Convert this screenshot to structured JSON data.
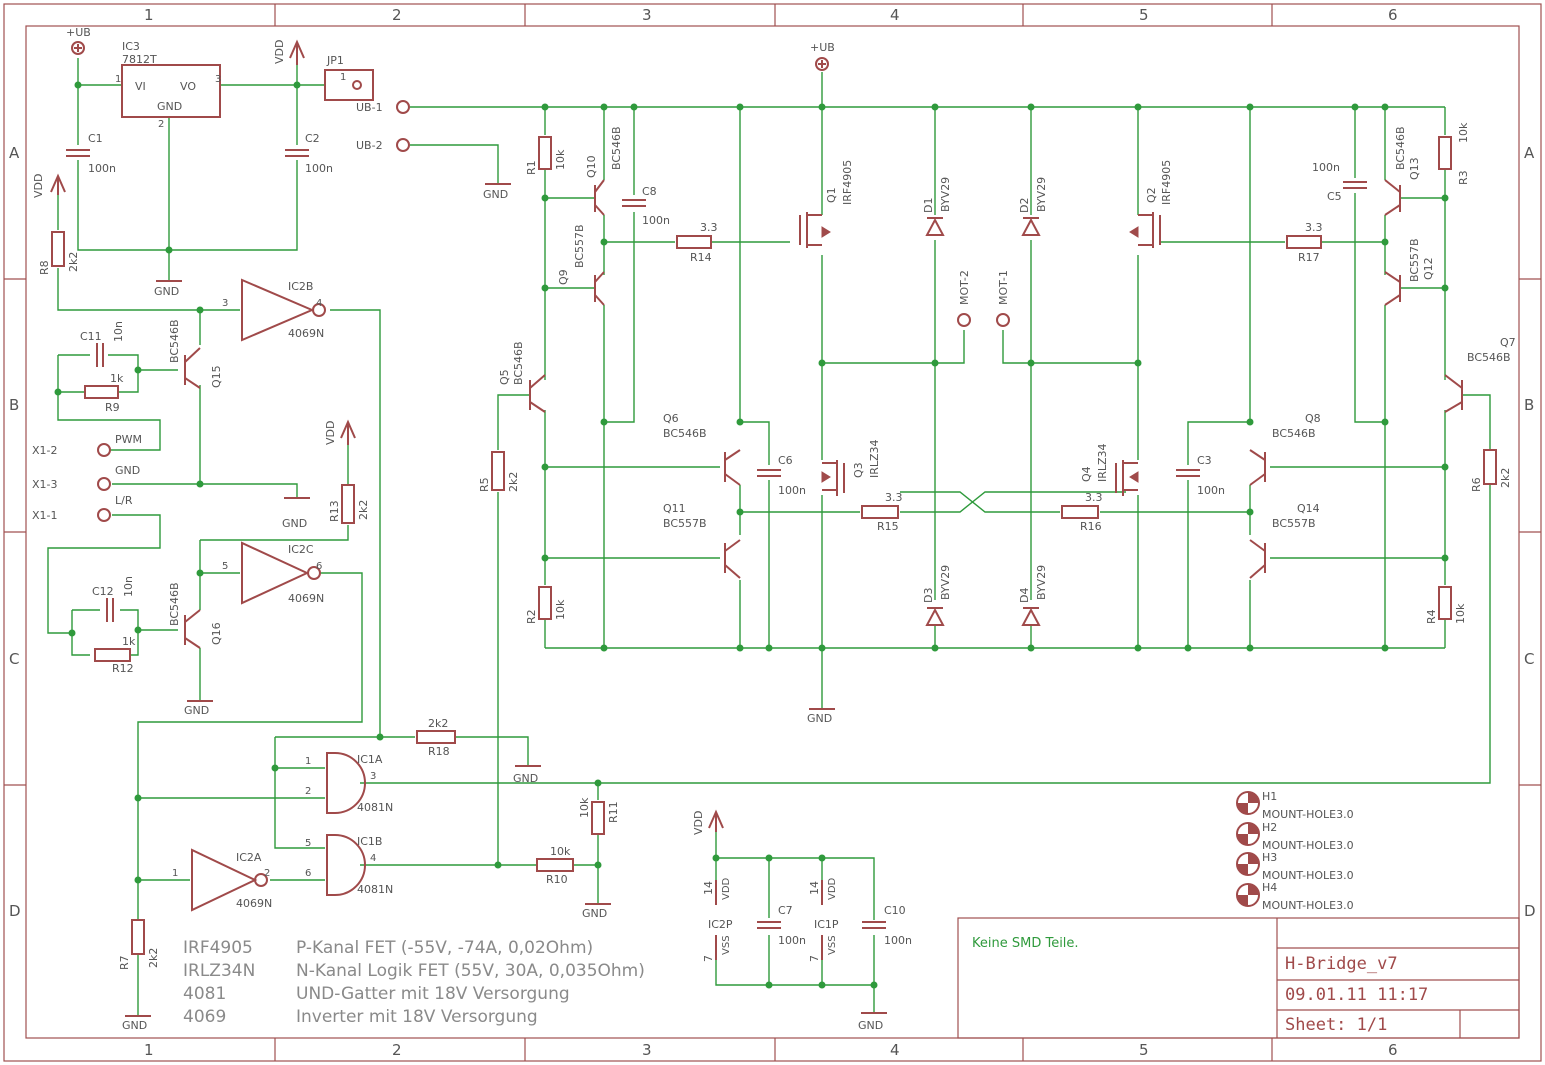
{
  "grid": {
    "columns": [
      "1",
      "2",
      "3",
      "4",
      "5",
      "6"
    ],
    "rows": [
      "A",
      "B",
      "C",
      "D"
    ]
  },
  "title_block": {
    "note": "Keine SMD Teile.",
    "project": "H-Bridge_v7",
    "datetime": "09.01.11 11:17",
    "sheet": "Sheet: 1/1"
  },
  "parts_notes": [
    {
      "part": "IRF4905",
      "desc": "P-Kanal FET (-55V, -74A, 0,02Ohm)"
    },
    {
      "part": "IRLZ34N",
      "desc": "N-Kanal Logik FET (55V, 30A, 0,035Ohm)"
    },
    {
      "part": "4081",
      "desc": "UND-Gatter mit 18V Versorgung"
    },
    {
      "part": "4069",
      "desc": "Inverter mit 18V Versorgung"
    }
  ],
  "connectors": {
    "ub1": "UB-1",
    "ub2": "UB-2",
    "x12": "X1-2",
    "x13": "X1-3",
    "x11": "X1-1",
    "pwm": "PWM",
    "gnd_sig": "GND",
    "lr": "L/R",
    "mot1": "MOT-1",
    "mot2": "MOT-2",
    "jp1": "JP1",
    "jp1_pin": "1"
  },
  "supply": {
    "plus_ub": "+UB",
    "vdd": "VDD",
    "gnd": "GND"
  },
  "ic3": {
    "name": "IC3",
    "value": "7812T",
    "vi": "VI",
    "vo": "VO",
    "gnd": "GND",
    "pin1": "1",
    "pin2": "2",
    "pin3": "3"
  },
  "gates": {
    "ic2b": "IC2B",
    "ic2c": "IC2C",
    "ic2a": "IC2A",
    "ic1a": "IC1A",
    "ic1b": "IC1B",
    "inv": "4069N",
    "and": "4081N",
    "ic2p": "IC2P",
    "ic1p": "IC1P",
    "vdd_pin": "VDD",
    "vss_pin": "VSS",
    "pin14": "14",
    "pin7": "7",
    "p1": "1",
    "p2": "2",
    "p3": "3",
    "p4": "4",
    "p5": "5",
    "p6": "6"
  },
  "capacitors": {
    "c1": "C1",
    "c2": "C2",
    "c3": "C3",
    "c5": "C5",
    "c6": "C6",
    "c7": "C7",
    "c8": "C8",
    "c10": "C10",
    "c11": "C11",
    "c12": "C12",
    "v100n": "100n",
    "v10n": "10n"
  },
  "resistors": {
    "r1": "R1",
    "r2": "R2",
    "r3": "R3",
    "r4": "R4",
    "r5": "R5",
    "r6": "R6",
    "r7": "R7",
    "r8": "R8",
    "r9": "R9",
    "r10": "R10",
    "r11": "R11",
    "r12": "R12",
    "r13": "R13",
    "r14": "R14",
    "r15": "R15",
    "r16": "R16",
    "r17": "R17",
    "r18": "R18",
    "v10k": "10k",
    "v2k2": "2k2",
    "v1k": "1k",
    "v3_3": "3.3"
  },
  "transistors": {
    "q1": "Q1",
    "q2": "Q2",
    "q3": "Q3",
    "q4": "Q4",
    "q5": "Q5",
    "q6": "Q6",
    "q7": "Q7",
    "q8": "Q8",
    "q9": "Q9",
    "q10": "Q10",
    "q11": "Q11",
    "q12": "Q12",
    "q13": "Q13",
    "q14": "Q14",
    "q15": "Q15",
    "q16": "Q16",
    "irf4905": "IRF4905",
    "irlz34": "IRLZ34",
    "bc546b": "BC546B",
    "bc557b": "BC557B"
  },
  "diodes": {
    "d1": "D1",
    "d2": "D2",
    "d3": "D3",
    "d4": "D4",
    "byv29": "BYV29"
  },
  "holes": [
    {
      "name": "H1",
      "value": "MOUNT-HOLE3.0"
    },
    {
      "name": "H2",
      "value": "MOUNT-HOLE3.0"
    },
    {
      "name": "H3",
      "value": "MOUNT-HOLE3.0"
    },
    {
      "name": "H4",
      "value": "MOUNT-HOLE3.0"
    }
  ],
  "colors": {
    "symbol": "#a04a4a",
    "wire": "#2f9a3c",
    "frame": "#a05050",
    "text": "#555555",
    "note": "#2f9a3c"
  }
}
